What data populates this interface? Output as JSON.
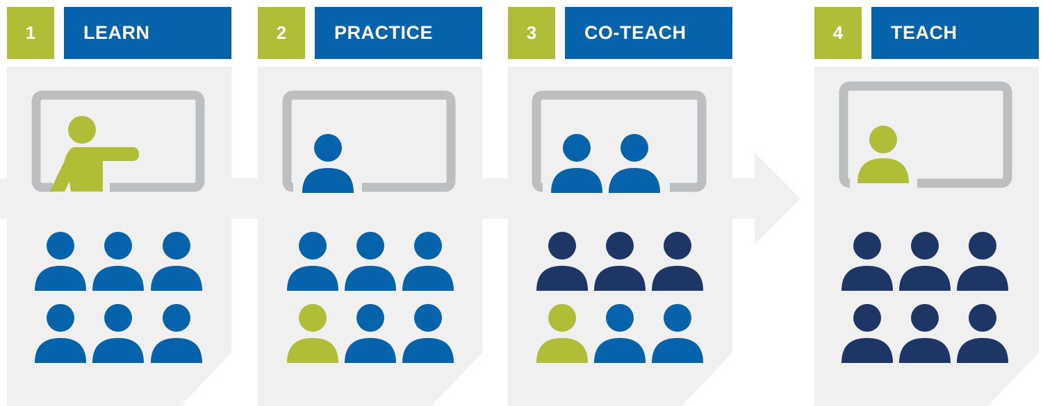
{
  "steps": [
    {
      "number": "1",
      "label": "LEARN"
    },
    {
      "number": "2",
      "label": "PRACTICE"
    },
    {
      "number": "3",
      "label": "CO-TEACH"
    },
    {
      "number": "4",
      "label": "TEACH"
    }
  ],
  "colors": {
    "green": "#afbd37",
    "blue": "#0563ab",
    "navy": "#1d3666",
    "panel": "#eff0ef",
    "board": "#bcbec0"
  }
}
